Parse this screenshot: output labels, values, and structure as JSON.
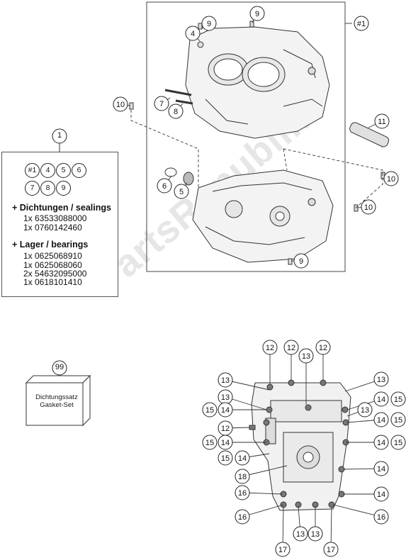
{
  "watermark": "PartsRepublik",
  "kit": {
    "number": "1",
    "circles": [
      "#1",
      "4",
      "5",
      "6",
      "7",
      "8",
      "9"
    ],
    "sealings_title": "+ Dichtungen / sealings",
    "sealings": [
      "1x 63533088000",
      "1x 0760142460"
    ],
    "bearings_title": "+ Lager / bearings",
    "bearings": [
      "1x 0625068910",
      "1x 0625068060",
      "2x 54632095000",
      "1x 0618101410"
    ]
  },
  "gasket": {
    "number": "99",
    "line1": "Dichtungssatz",
    "line2": "Gasket-Set"
  },
  "top_callouts": [
    "#1",
    "9",
    "9",
    "4",
    "10",
    "7",
    "8",
    "11",
    "6",
    "5",
    "10",
    "10",
    "9"
  ],
  "bottom_callouts": [
    "12",
    "12",
    "13",
    "12",
    "13",
    "13",
    "14",
    "15",
    "15",
    "14",
    "13",
    "14",
    "15",
    "12",
    "15",
    "14",
    "14",
    "15",
    "15",
    "14",
    "18",
    "14",
    "16",
    "14",
    "16",
    "13",
    "13",
    "16",
    "17",
    "17"
  ]
}
